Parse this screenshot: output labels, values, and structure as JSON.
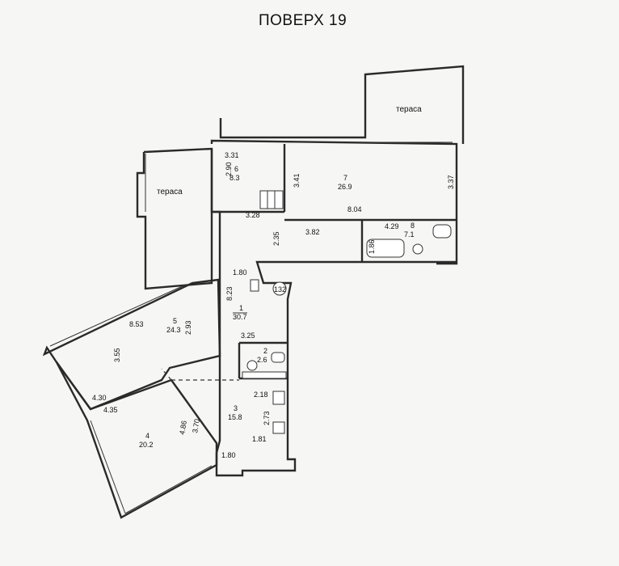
{
  "title": "ПОВЕРХ 19",
  "terraces": [
    "тераса",
    "тераса"
  ],
  "rooms": [
    {
      "num": "1",
      "area": "30.7"
    },
    {
      "num": "2",
      "area": "2.6"
    },
    {
      "num": "3",
      "area": "15.8"
    },
    {
      "num": "4",
      "area": "20.2"
    },
    {
      "num": "5",
      "area": "24.3"
    },
    {
      "num": "6",
      "area": "8.3"
    },
    {
      "num": "7",
      "area": "26.9"
    },
    {
      "num": "8",
      "area": "7.1"
    }
  ],
  "dimensions": [
    "3.31",
    "2.90",
    "3.41",
    "3.37",
    "3.28",
    "8.04",
    "4.29",
    "3.82",
    "2.35",
    "1.86",
    "1.80",
    "8.23",
    "8.53",
    "2.93",
    "3.55",
    "3.25",
    "2.18",
    "2.73",
    "4.30",
    "4.35",
    "4.86",
    "3.70",
    "1.81",
    "1.80"
  ],
  "shaft_label": "132"
}
